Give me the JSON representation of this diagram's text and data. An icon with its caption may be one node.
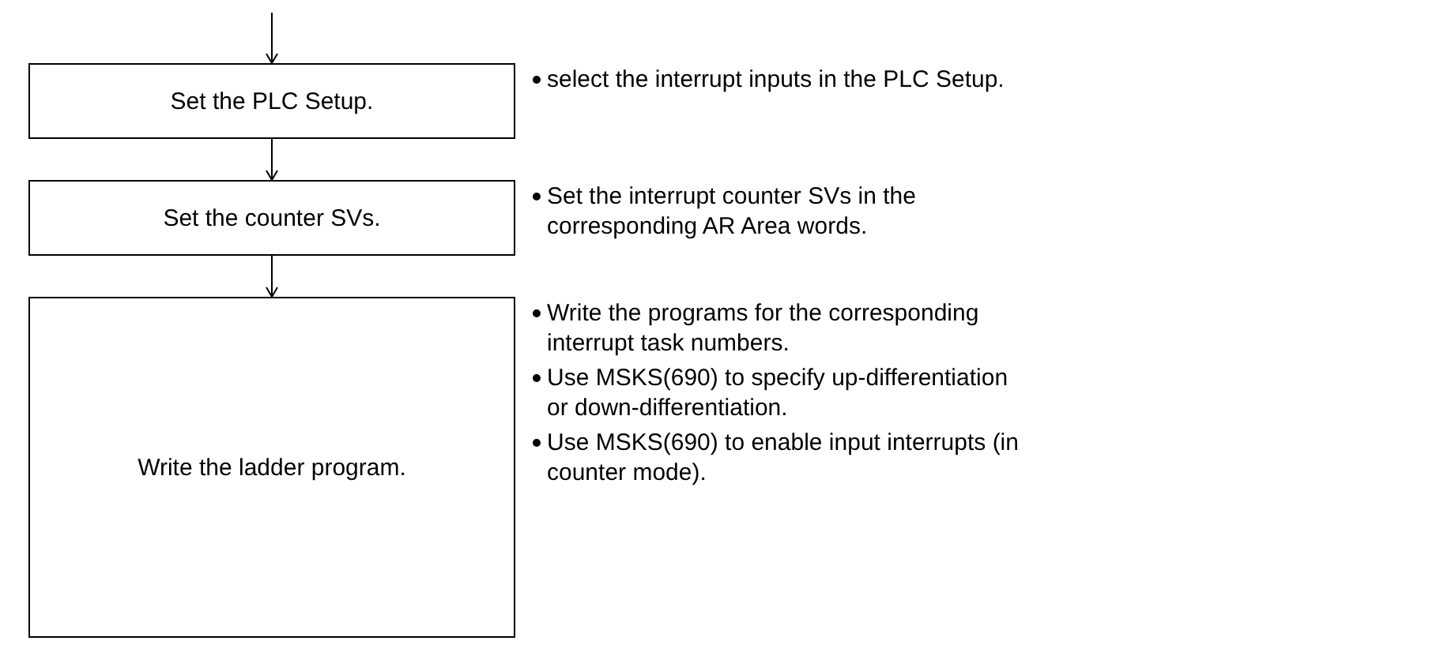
{
  "diagram": {
    "nodes": [
      {
        "text": [
          "Set the PLC Setup."
        ],
        "beside": [
          "select the interrupt inputs in the PLC Setup."
        ]
      },
      {
        "text": [
          "Set the counter SVs."
        ],
        "beside": [
          "Set the interrupt counter SVs in the corresponding AR Area words."
        ]
      },
      {
        "text": [
          "Write the ladder program."
        ],
        "beside": [
          "Write the programs for the corresponding interrupt task numbers.",
          "Use MSKS(690) to specify up-differentiation or down-differentiation.",
          "Use MSKS(690) to enable input interrupts (in counter mode)."
        ]
      }
    ],
    "edges": [
      {
        "from": null,
        "to": 0,
        "arrow": "to"
      },
      {
        "from": 0,
        "to": 1,
        "arrow": "to"
      },
      {
        "from": 1,
        "to": 2,
        "arrow": "to"
      }
    ]
  }
}
